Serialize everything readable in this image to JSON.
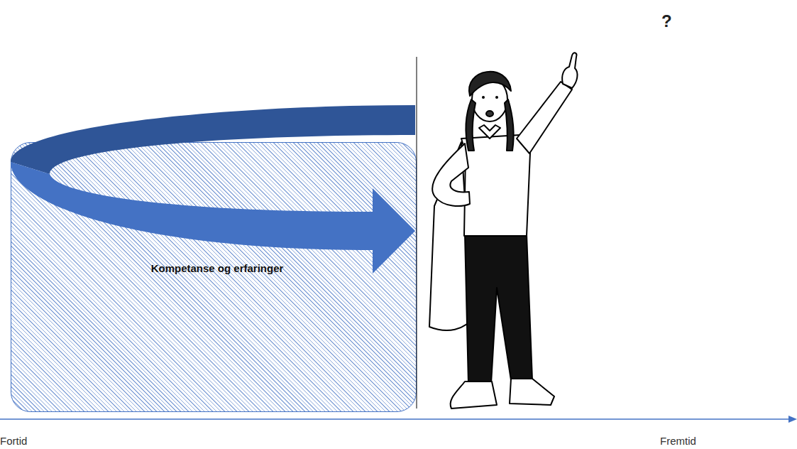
{
  "diagram": {
    "nodes": [
      {
        "text": [
          "Kompetanse og erfaringer"
        ]
      }
    ],
    "labels": [
      "?",
      "Fortid",
      "Fremtid"
    ]
  }
}
